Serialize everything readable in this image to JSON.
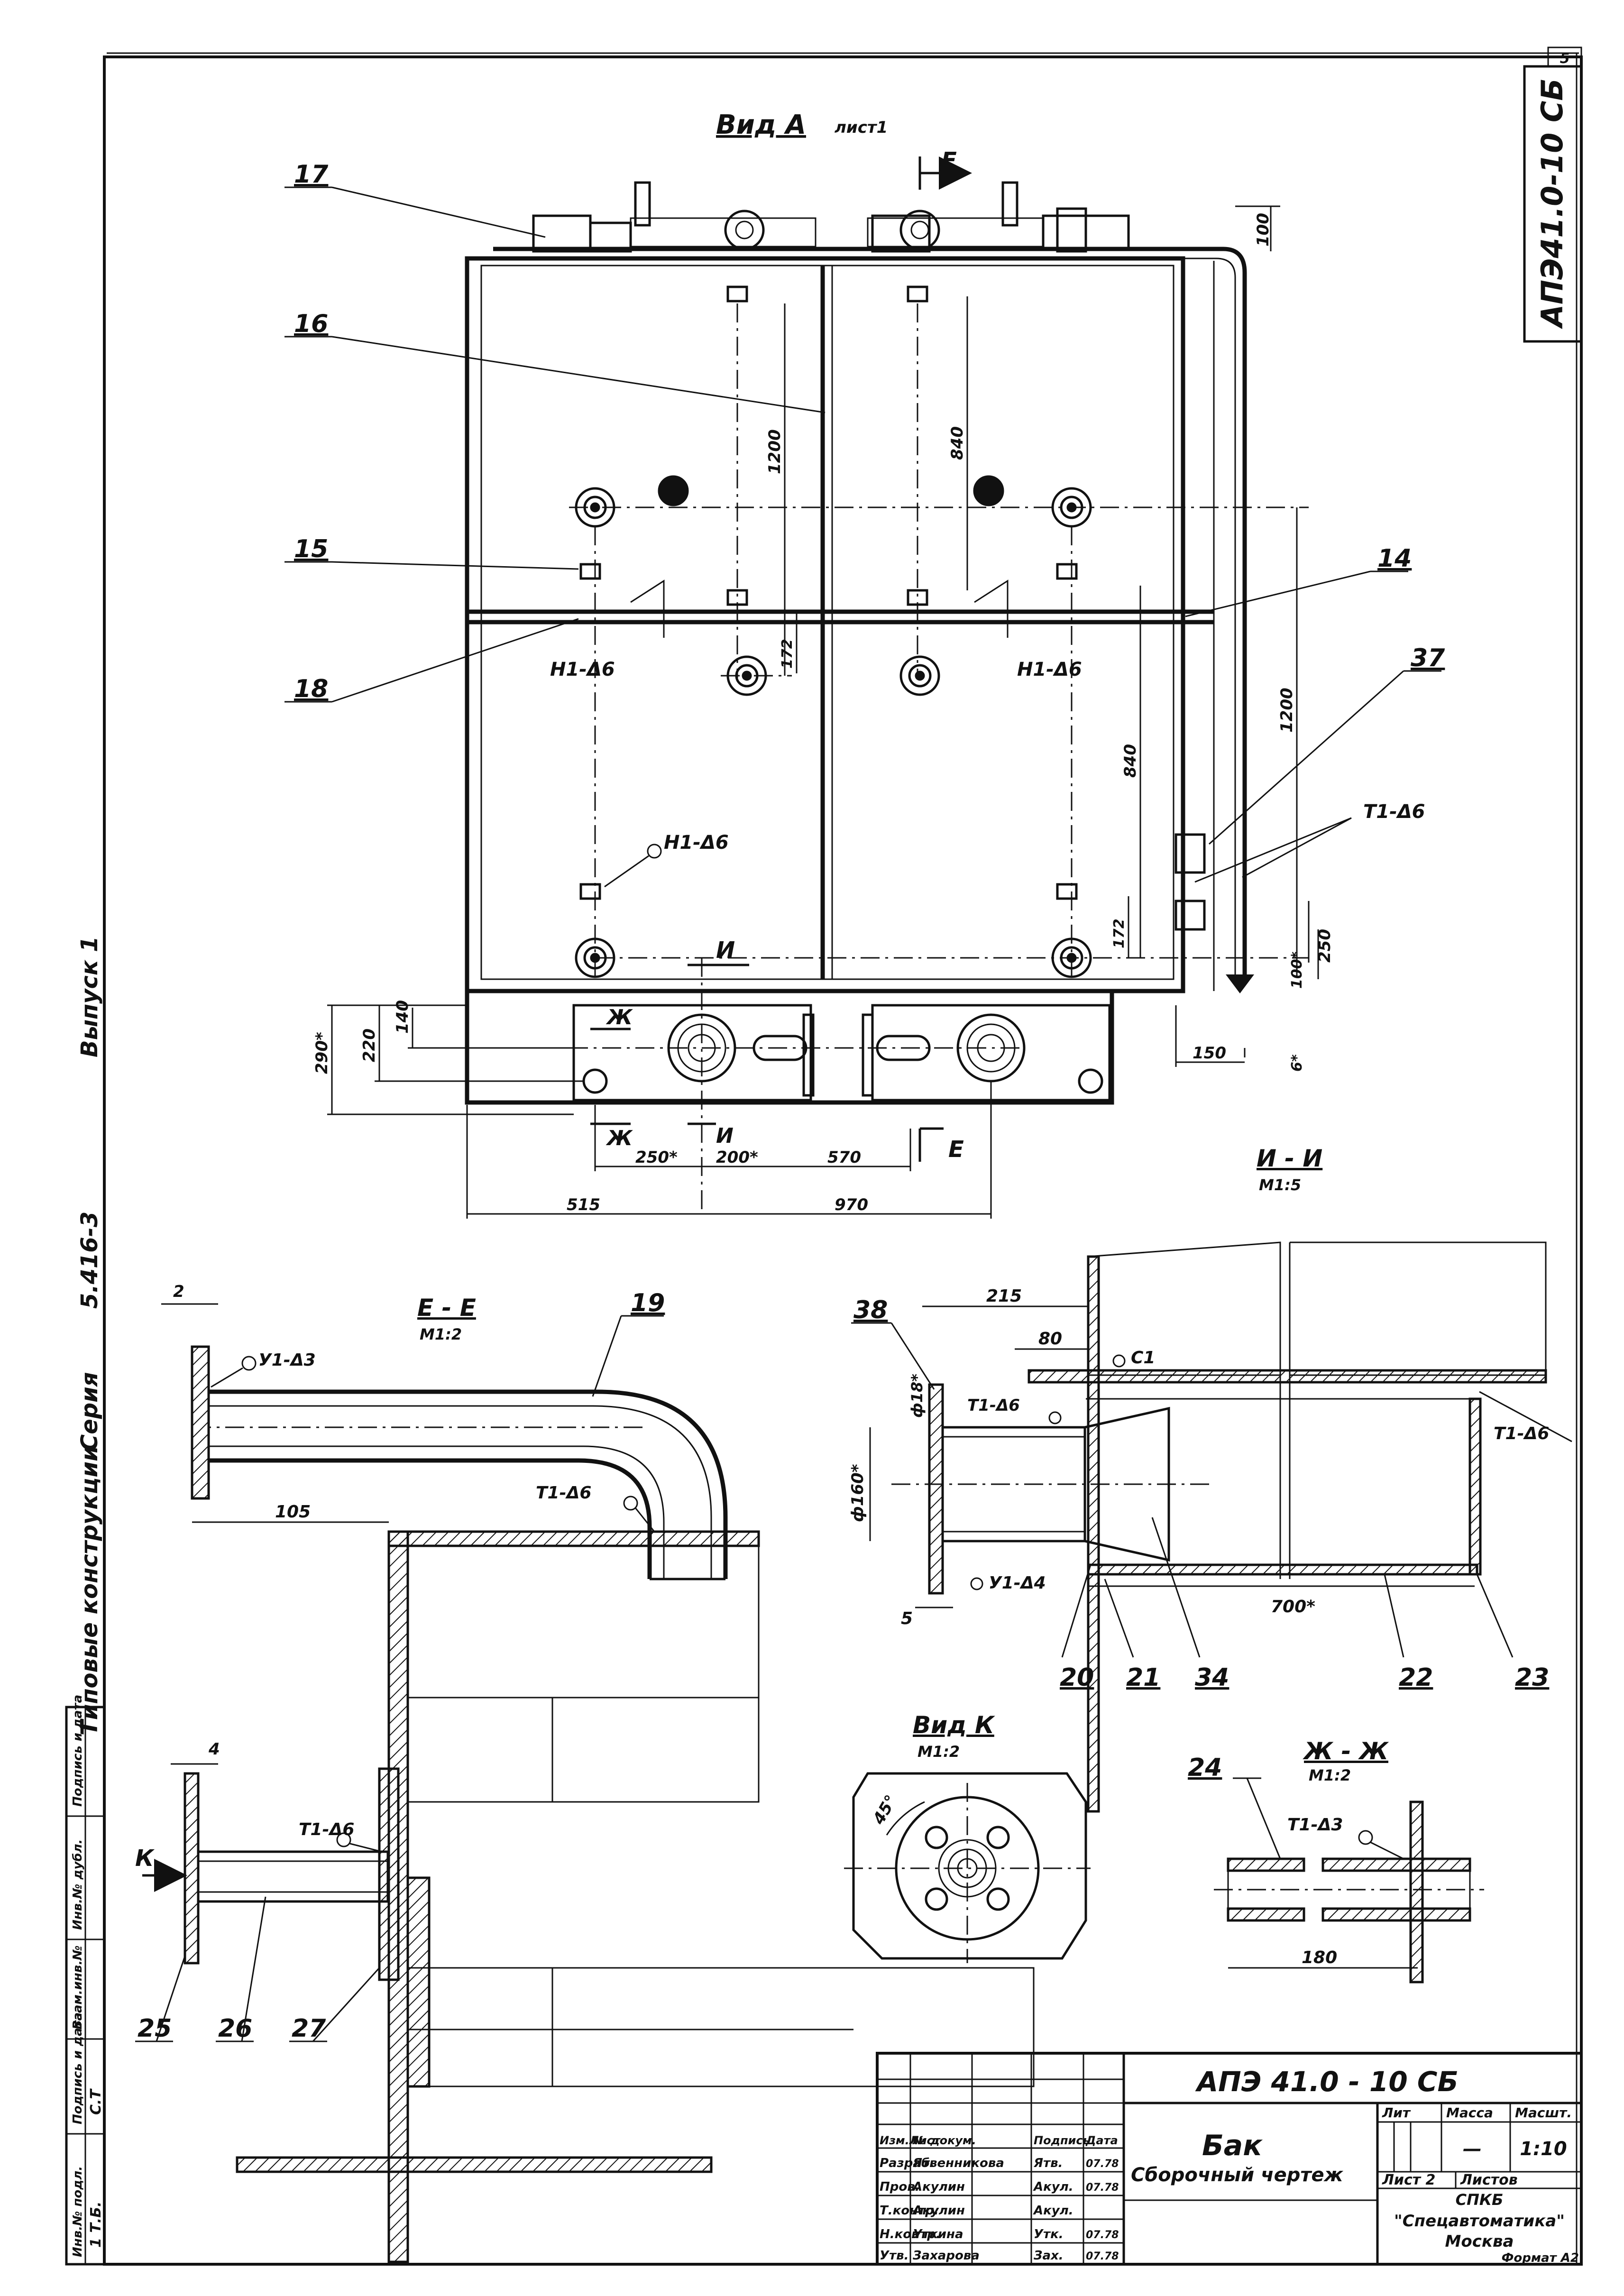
{
  "sheet": {
    "sheet_number": "5",
    "doc_code_corner": "АПЭ41.0-10 СБ",
    "side_series": "Серия",
    "side_series_number": "5.416-3",
    "side_issue": "Выпуск 1",
    "side_type": "Типовые конструкции"
  },
  "view_a": {
    "title": "Вид А",
    "title_note": "лист1",
    "callouts": [
      "17",
      "16",
      "15",
      "18",
      "14",
      "37"
    ],
    "dims": {
      "d100": "100",
      "d1200a": "1200",
      "d840a": "840",
      "d172a": "172",
      "d840b": "840",
      "d1200b": "1200",
      "d172b": "172",
      "d250": "250",
      "d100b": "100*",
      "d150": "150",
      "d6": "6*",
      "d290": "290*",
      "d220": "220",
      "d140": "140",
      "d250b": "250*",
      "d200": "200*",
      "d570a": "570",
      "d515": "515",
      "d970": "970"
    },
    "welds": [
      "Н1-Δ6",
      "Н1-Δ6",
      "Н1-Δ6",
      "Т1-Δ6"
    ],
    "section_marks": [
      "Е",
      "Е",
      "И",
      "И",
      "Ж",
      "Ж"
    ]
  },
  "section_ee": {
    "title": "Е - Е",
    "scale": "М1:2",
    "callout": "19",
    "dim_thk": "2",
    "dim_105": "105",
    "welds": [
      "У1-Δ3",
      "Т1-Δ6"
    ]
  },
  "section_ii": {
    "title": "И - И",
    "scale": "М1:5",
    "callouts": [
      "38",
      "20",
      "21",
      "34",
      "22",
      "23"
    ],
    "dims": {
      "d215": "215",
      "d80": "80",
      "d18": "ф18*",
      "d160": "ф160*",
      "d5": "5",
      "d700": "700*"
    },
    "welds": [
      "С1",
      "Т1-Δ6",
      "Т1-Δ6",
      "У1-Δ4"
    ]
  },
  "view_k_left": {
    "arrow_label": "К",
    "dim_4": "4",
    "weld": "Т1-Δ6",
    "callouts": [
      "25",
      "26",
      "27"
    ]
  },
  "view_k": {
    "title": "Вид К",
    "scale": "М1:2",
    "angle": "45°"
  },
  "section_zhzh": {
    "title": "Ж - Ж",
    "scale": "М1:2",
    "callout": "24",
    "weld": "Т1-Δ3",
    "dim_180": "180"
  },
  "title_block": {
    "doc_code": "АПЭ 41.0 - 10 СБ",
    "name": "Бак",
    "subname": "Сборочный чертеж",
    "lit_header": "Лит",
    "mass_header": "Масса",
    "scale_header": "Масшт.",
    "mass_value": "—",
    "scale_value": "1:10",
    "sheet_label": "Лист 2",
    "sheets_label": "Листов",
    "org_line1": "СПКБ",
    "org_line2": "\"Спецавтоматика\"",
    "org_line3": "Москва",
    "format": "Формат А2",
    "rows": [
      {
        "role": "Изм.Лист",
        "name": "№ докум.",
        "sign": "Подпись",
        "date": "Дата"
      },
      {
        "role": "Разраб.",
        "name": "Ятвенникова",
        "sign": "Ятв.",
        "date": "07.78"
      },
      {
        "role": "Пров.",
        "name": "Акулин",
        "sign": "Акул.",
        "date": "07.78"
      },
      {
        "role": "Т.контр.",
        "name": "Акулин",
        "sign": "Акул.",
        "date": ""
      },
      {
        "role": "Н.контр.",
        "name": "Уткина",
        "sign": "Утк.",
        "date": "07.78"
      },
      {
        "role": "Утв.",
        "name": "Захарова",
        "sign": "Зах.",
        "date": "07.78"
      }
    ]
  },
  "left_stamp": {
    "cells": [
      "Инв.№ подл.",
      "Подпись и дата",
      "Взам.инв.№",
      "Инв.№ дубл.",
      "Подпись и дата"
    ],
    "inv_value": "1 Т.Б.",
    "sign_value": "С.Т"
  }
}
